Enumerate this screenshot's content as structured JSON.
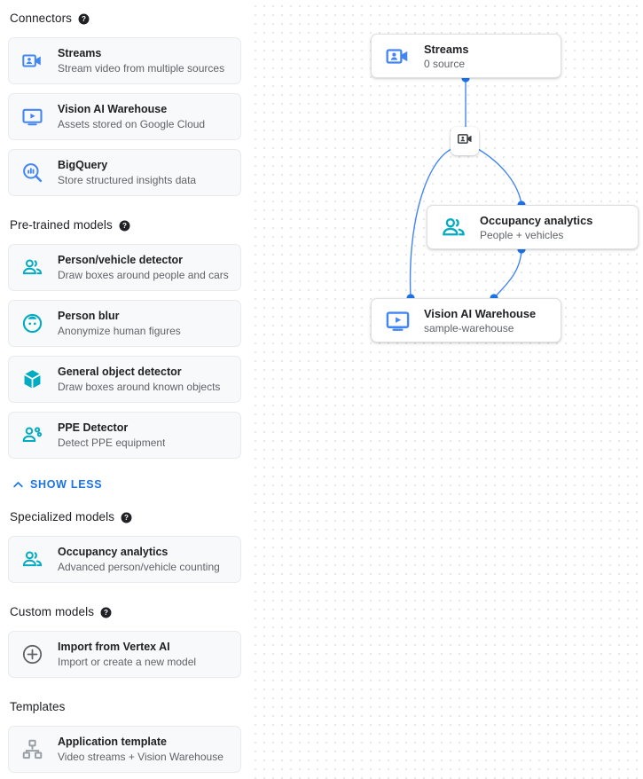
{
  "sidebar": {
    "sections": [
      {
        "title": "Connectors",
        "has_help": true,
        "help_icon": "help-circle-icon",
        "items": [
          {
            "title": "Streams",
            "subtitle": "Stream video from multiple sources",
            "icon": "video-camera-person-icon",
            "color": "#4285f4"
          },
          {
            "title": "Vision AI Warehouse",
            "subtitle": "Assets stored on Google Cloud",
            "icon": "monitor-play-icon",
            "color": "#4285f4"
          },
          {
            "title": "BigQuery",
            "subtitle": "Store structured insights data",
            "icon": "magnifier-bars-icon",
            "color": "#4285f4"
          }
        ]
      },
      {
        "title": "Pre-trained models",
        "has_help": true,
        "help_icon": "help-circle-icon",
        "items": [
          {
            "title": "Person/vehicle detector",
            "subtitle": "Draw boxes around people and cars",
            "icon": "people-group-icon",
            "color": "#00acc1"
          },
          {
            "title": "Person blur",
            "subtitle": "Anonymize human figures",
            "icon": "face-blur-icon",
            "color": "#00acc1"
          },
          {
            "title": "General object detector",
            "subtitle": "Draw boxes around known objects",
            "icon": "cube-box-icon",
            "color": "#00acc1"
          },
          {
            "title": "PPE Detector",
            "subtitle": "Detect PPE equipment",
            "icon": "person-helmet-icon",
            "color": "#00acc1"
          }
        ]
      },
      {
        "title": "Specialized models",
        "has_help": true,
        "help_icon": "help-circle-icon",
        "items": [
          {
            "title": "Occupancy analytics",
            "subtitle": "Advanced person/vehicle counting",
            "icon": "people-group-icon",
            "color": "#00acc1"
          }
        ]
      },
      {
        "title": "Custom models",
        "has_help": true,
        "help_icon": "help-circle-icon",
        "items": [
          {
            "title": "Import from Vertex AI",
            "subtitle": "Import or create a new model",
            "icon": "plus-circle-icon",
            "color": "#5f6368"
          }
        ]
      },
      {
        "title": "Templates",
        "has_help": false,
        "items": [
          {
            "title": "Application template",
            "subtitle": "Video streams + Vision Warehouse",
            "icon": "sitemap-icon",
            "color": "#9aa0a6"
          }
        ]
      }
    ],
    "show_less": {
      "label": "SHOW LESS",
      "icon": "chevron-up-icon",
      "color": "#1a73e8"
    }
  },
  "canvas": {
    "nodes": [
      {
        "id": "streams",
        "title": "Streams",
        "subtitle": "0 source",
        "icon": "video-camera-person-icon",
        "color": "#4285f4"
      },
      {
        "id": "occupancy",
        "title": "Occupancy analytics",
        "subtitle": "People + vehicles",
        "icon": "people-group-icon",
        "color": "#00acc1"
      },
      {
        "id": "warehouse",
        "title": "Vision AI Warehouse",
        "subtitle": "sample-warehouse",
        "icon": "monitor-play-icon",
        "color": "#4285f4"
      }
    ],
    "relay_node": {
      "icon": "video-camera-person-icon",
      "color": "#3c4043"
    },
    "edge_color": "#4285f4",
    "port_color": "#1a73e8"
  }
}
